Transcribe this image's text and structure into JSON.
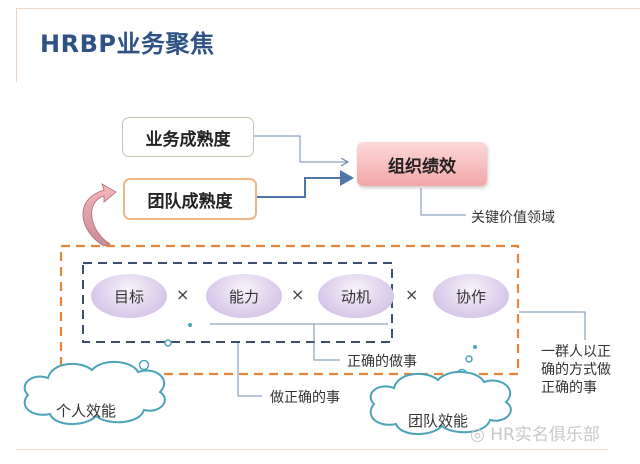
{
  "title": "HRBP业务聚焦",
  "boxes": {
    "business_maturity": "业务成熟度",
    "team_maturity": "团队成熟度",
    "org_performance": "组织绩效"
  },
  "labels": {
    "key_value_area": "关键价值领域",
    "do_things_right": "正确的做事",
    "do_right_things": "做正确的事",
    "group_note": "一群人以正确的方式做正确的事"
  },
  "factors": [
    "目标",
    "能力",
    "动机",
    "协作"
  ],
  "operator": "×",
  "clouds": {
    "individual": "个人效能",
    "team": "团队效能"
  },
  "watermark": "HR实名俱乐部",
  "colors": {
    "title": "#2f5285",
    "orange_dash": "#e8833a",
    "navy_dash": "#3d4e6e",
    "connector": "#6f8fb3",
    "cloud_stroke": "#4aa3b8",
    "ellipse_fill": "#dccdec",
    "org_fill": "#f3a6a6"
  }
}
